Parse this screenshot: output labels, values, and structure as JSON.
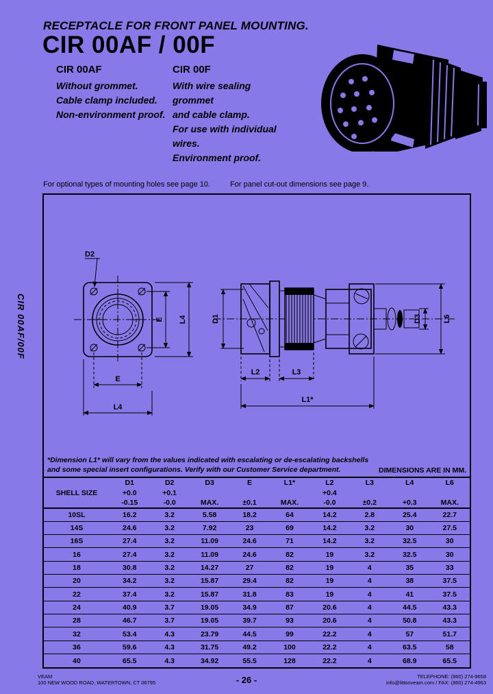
{
  "page": {
    "bg_color": "#877AE8",
    "side_label": "CIR 00AF/00F"
  },
  "header": {
    "tagline": "RECEPTACLE FOR FRONT PANEL MOUNTING.",
    "title": "CIR 00AF / 00F",
    "variants": [
      {
        "name": "CIR 00AF",
        "lines": [
          "Without grommet.",
          "Cable clamp included.",
          "Non-environment proof."
        ]
      },
      {
        "name": "CIR 00F",
        "lines": [
          "With wire sealing grommet",
          "and cable clamp.",
          "For use with individual",
          "wires.",
          "Environment proof."
        ]
      }
    ]
  },
  "refs": {
    "mounting_holes": "For optional types of mounting holes see page 10.",
    "panel_cutout": "For panel cut-out dimensions see page 9."
  },
  "drawing": {
    "front_view": {
      "d2": "D2",
      "e_vertical": "E",
      "l4_vertical": "L4",
      "e_horizontal": "E",
      "l4_horizontal": "L4"
    },
    "side_view": {
      "d1": "D1",
      "l2": "L2",
      "l3": "L3",
      "l1": "L1*",
      "d3": "D3",
      "l6": "L6"
    }
  },
  "note": {
    "line1": "*Dimension L1* will vary from the values indicated with escalating or de-escalating backshells",
    "line2": "and some special insert configurations.  Verify with our Customer Service department.",
    "units": "DIMENSIONS ARE IN MM."
  },
  "table": {
    "shell_size_label": "SHELL SIZE",
    "columns": [
      "D1",
      "D2",
      "D3",
      "E",
      "L1*",
      "L2",
      "L3",
      "L4",
      "L6"
    ],
    "tolerance_plus": [
      "+0.0",
      "+0.1",
      "",
      "",
      "",
      "+0.4",
      "",
      "",
      ""
    ],
    "tolerance_minus": [
      "-0.15",
      "-0.0",
      "MAX.",
      "±0.1",
      "MAX.",
      "-0.0",
      "±0.2",
      "+0.3",
      "MAX."
    ],
    "rows": [
      {
        "size": "10SL",
        "values": [
          "16.2",
          "3.2",
          "5.58",
          "18.2",
          "64",
          "14.2",
          "2.8",
          "25.4",
          "22.7"
        ]
      },
      {
        "size": "14S",
        "values": [
          "24.6",
          "3.2",
          "7.92",
          "23",
          "69",
          "14.2",
          "3.2",
          "30",
          "27.5"
        ]
      },
      {
        "size": "16S",
        "values": [
          "27.4",
          "3.2",
          "11.09",
          "24.6",
          "71",
          "14.2",
          "3.2",
          "32.5",
          "30"
        ]
      },
      {
        "size": "16",
        "values": [
          "27.4",
          "3.2",
          "11.09",
          "24.6",
          "82",
          "19",
          "3.2",
          "32.5",
          "30"
        ]
      },
      {
        "size": "18",
        "values": [
          "30.8",
          "3.2",
          "14.27",
          "27",
          "82",
          "19",
          "4",
          "35",
          "33"
        ]
      },
      {
        "size": "20",
        "values": [
          "34.2",
          "3.2",
          "15.87",
          "29.4",
          "82",
          "19",
          "4",
          "38",
          "37.5"
        ]
      },
      {
        "size": "22",
        "values": [
          "37.4",
          "3.2",
          "15.87",
          "31.8",
          "83",
          "19",
          "4",
          "41",
          "37.5"
        ]
      },
      {
        "size": "24",
        "values": [
          "40.9",
          "3.7",
          "19.05",
          "34.9",
          "87",
          "20.6",
          "4",
          "44.5",
          "43.3"
        ]
      },
      {
        "size": "28",
        "values": [
          "46.7",
          "3.7",
          "19.05",
          "39.7",
          "93",
          "20.6",
          "4",
          "50.8",
          "43.3"
        ]
      },
      {
        "size": "32",
        "values": [
          "53.4",
          "4.3",
          "23.79",
          "44.5",
          "99",
          "22.2",
          "4",
          "57",
          "51.7"
        ]
      },
      {
        "size": "36",
        "values": [
          "59.6",
          "4.3",
          "31.75",
          "49.2",
          "100",
          "22.2",
          "4",
          "63.5",
          "58"
        ]
      },
      {
        "size": "40",
        "values": [
          "65.5",
          "4.3",
          "34.92",
          "55.5",
          "128",
          "22.2",
          "4",
          "68.9",
          "65.5"
        ]
      }
    ]
  },
  "footer": {
    "company": "VEAM",
    "address": "100 NEW WOOD ROAD, WATERTOWN, CT 06795",
    "page_number": "- 26 -",
    "phone": "TELEPHONE: (860) 274-9658",
    "email_fax": "info@littonveam.com / FAX: (860) 274-4963"
  }
}
